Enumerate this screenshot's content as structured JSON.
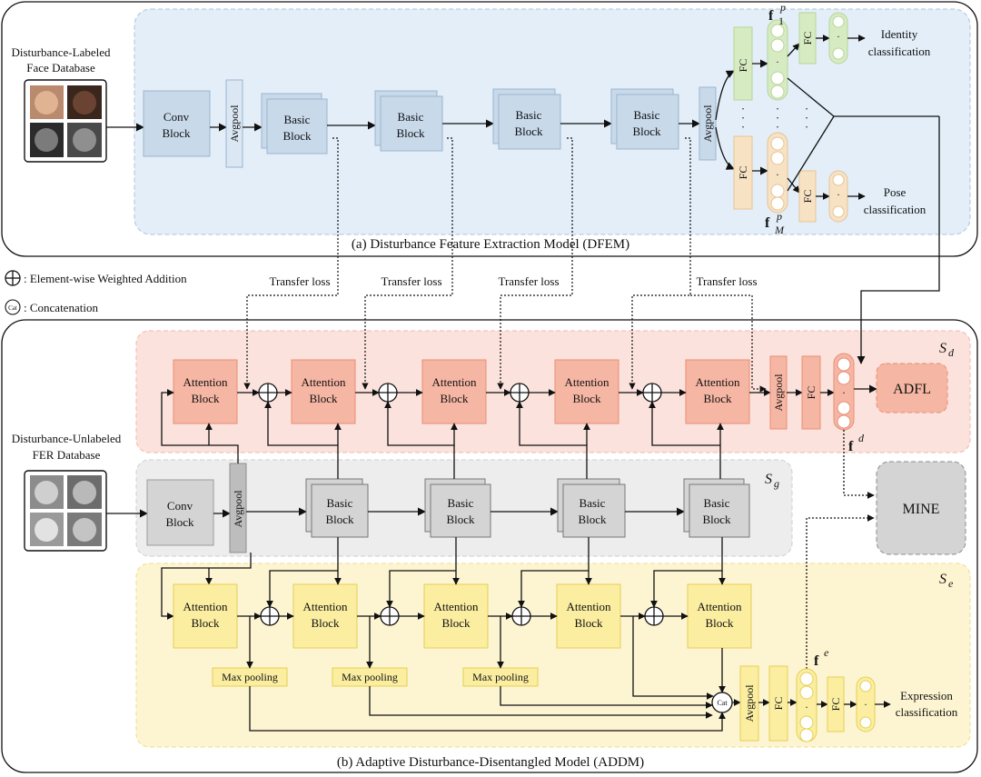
{
  "dfem": {
    "caption": "(a) Disturbance Feature Extraction Model (DFEM)",
    "database_line1": "Disturbance-Labeled",
    "database_line2": "Face Database",
    "conv_line1": "Conv",
    "conv_line2": "Block",
    "avgpool": "Avgpool",
    "basic_line1": "Basic",
    "basic_line2": "Block",
    "fc": "FC",
    "f1_main": "f",
    "f1_sub": "1",
    "f1_sup": "p",
    "fm_main": "f",
    "fm_sub": "M",
    "fm_sup": "p",
    "identity_line1": "Identity",
    "identity_line2": "classification",
    "pose_line1": "Pose",
    "pose_line2": "classification"
  },
  "legend": {
    "weighted_addition": ": Element-wise Weighted Addition",
    "concat_symbol": "Cat",
    "concatenation": ": Concatenation"
  },
  "transfer_loss": "Transfer loss",
  "addm": {
    "caption": "(b) Adaptive Disturbance-Disentangled Model (ADDM)",
    "database_line1": "Disturbance-Unlabeled",
    "database_line2": "FER Database",
    "attention_line1": "Attention",
    "attention_line2": "Block",
    "conv_line1": "Conv",
    "conv_line2": "Block",
    "basic_line1": "Basic",
    "basic_line2": "Block",
    "avgpool": "Avgpool",
    "fc": "FC",
    "max_pooling": "Max pooling",
    "cat": "Cat",
    "adfl": "ADFL",
    "mine": "MINE",
    "sd_main": "S",
    "sd_sub": "d",
    "sg_main": "S",
    "sg_sub": "g",
    "se_main": "S",
    "se_sub": "e",
    "fd_main": "f",
    "fd_sup": "d",
    "fe_main": "f",
    "fe_sup": "e",
    "expression_line1": "Expression",
    "expression_line2": "classification"
  },
  "colors": {
    "dfem_bg": "#e3eef8",
    "blue_block": "#c8d9ea",
    "blue_border": "#9bb5cf",
    "green_fc": "#d7ebc2",
    "orange_fc": "#f8e2c4",
    "sd_bg": "#fbe2dc",
    "attention_red": "#f6b6a4",
    "sg_bg": "#ededed",
    "gray_block": "#d4d4d4",
    "se_bg": "#fdf5d2",
    "attention_yellow": "#fbeea1"
  }
}
